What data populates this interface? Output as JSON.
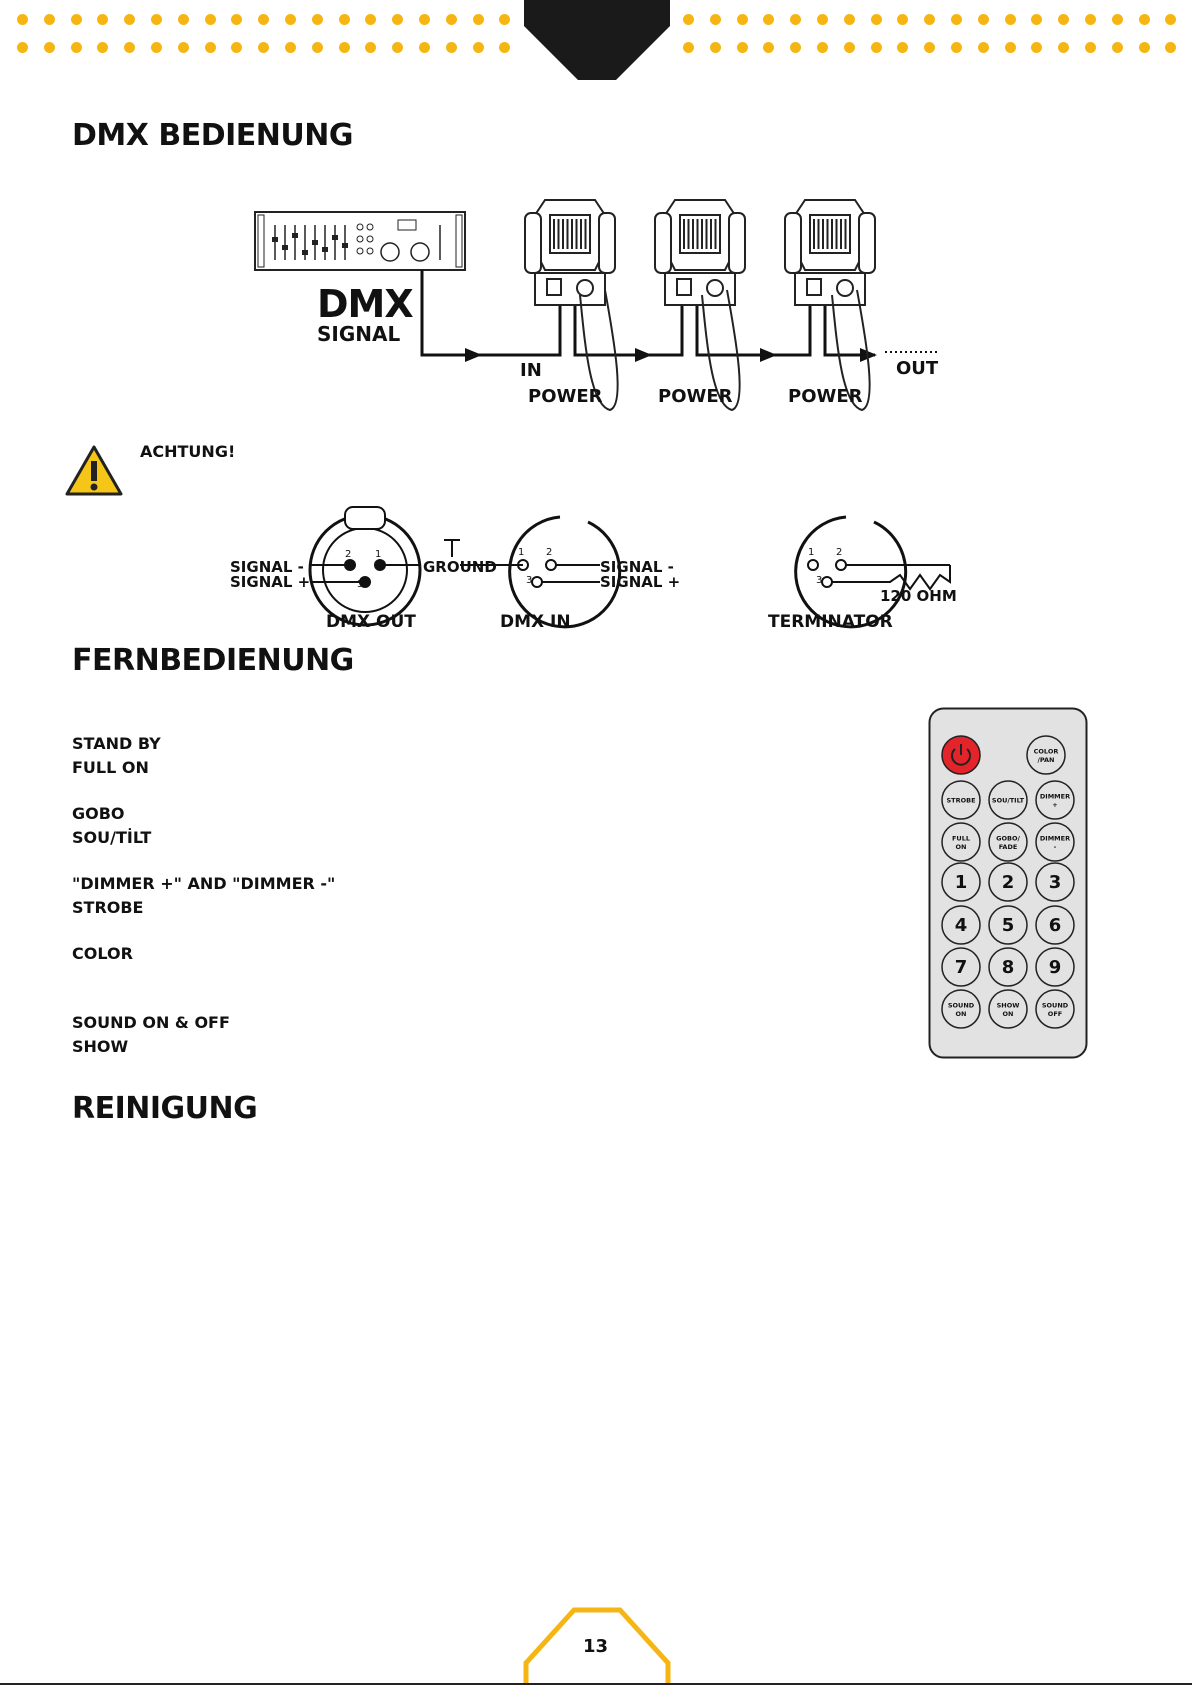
{
  "page": {
    "number": "13",
    "accent_color": "#f5b614"
  },
  "sections": {
    "dmx_title": "DMX BEDIENUNG",
    "remote_title": "FERNBEDIENUNG",
    "cleaning_title": "REINIGUNG"
  },
  "dmx_diagram": {
    "dmx_big": "DMX",
    "signal": "SIGNAL",
    "in_label": "IN",
    "out_label": "OUT",
    "power_labels": [
      "POWER",
      "POWER",
      "POWER"
    ]
  },
  "warning": {
    "label": "ACHTUNG!",
    "icon": "warning-triangle-icon"
  },
  "xlr": {
    "signal_minus": "SIGNAL -",
    "signal_plus": "SIGNAL +",
    "ground": "GROUND",
    "dmx_out": "DMX OUT",
    "dmx_in": "DMX IN",
    "terminator": "TERMINATOR",
    "ohm": "120 OHM",
    "pin1": "1",
    "pin2": "2",
    "pin3": "3"
  },
  "remote_functions": [
    "STAND BY",
    "FULL ON",
    "GOBO",
    "SOU/TİLT",
    "\"DIMMER +\" AND \"DIMMER -\"",
    "STROBE",
    "COLOR",
    "SOUND ON & OFF",
    "SHOW"
  ],
  "remote": {
    "power_color": "#e3242b",
    "buttons": {
      "color_pan": "COLOR /PAN",
      "strobe": "STROBE",
      "sou_tilt": "SOU/TILT",
      "dimmer_plus": "DIMMER +",
      "full_on": "FULL ON",
      "gobo_fade": "GOBO/ FADE",
      "dimmer_minus": "DIMMER -",
      "n1": "1",
      "n2": "2",
      "n3": "3",
      "n4": "4",
      "n5": "5",
      "n6": "6",
      "n7": "7",
      "n8": "8",
      "n9": "9",
      "sound_on": "SOUND ON",
      "show_on": "SHOW ON",
      "sound_off": "SOUND OFF"
    }
  }
}
